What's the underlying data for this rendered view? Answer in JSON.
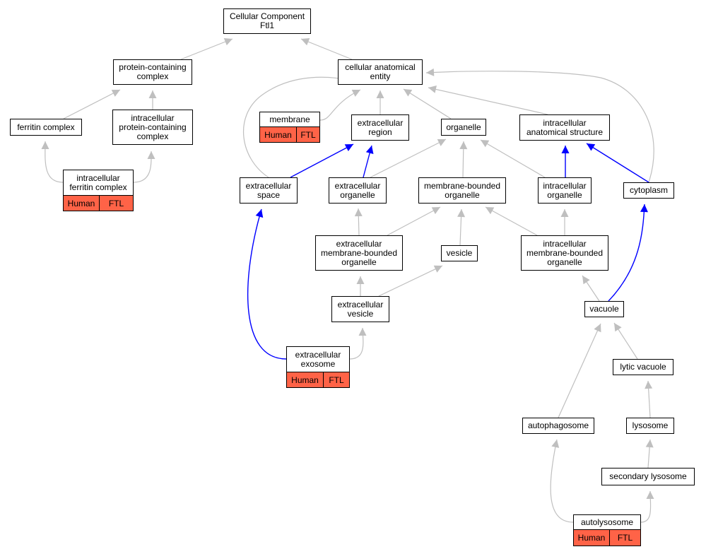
{
  "colors": {
    "edge_gray": "#bfbfbf",
    "edge_blue": "#0000ff",
    "annotation_fill": "#ff6347"
  },
  "nodes": {
    "root": "Cellular Component\nFtl1",
    "protein_containing_complex": "protein-containing\ncomplex",
    "cellular_anatomical_entity": "cellular anatomical\nentity",
    "ferritin_complex": "ferritin complex",
    "intracellular_protein_containing_complex": "intracellular\nprotein-containing\ncomplex",
    "membrane": "membrane",
    "extracellular_region": "extracellular\nregion",
    "organelle": "organelle",
    "intracellular_anatomical_structure": "intracellular\nanatomical structure",
    "intracellular_ferritin_complex": "intracellular\nferritin complex",
    "extracellular_space": "extracellular\nspace",
    "extracellular_organelle": "extracellular\norganelle",
    "membrane_bounded_organelle": "membrane-bounded\norganelle",
    "intracellular_organelle": "intracellular\norganelle",
    "cytoplasm": "cytoplasm",
    "extracellular_membrane_bounded_organelle": "extracellular\nmembrane-bounded\norganelle",
    "vesicle": "vesicle",
    "intracellular_membrane_bounded_organelle": "intracellular\nmembrane-bounded\norganelle",
    "extracellular_vesicle": "extracellular\nvesicle",
    "vacuole": "vacuole",
    "extracellular_exosome": "extracellular\nexosome",
    "lytic_vacuole": "lytic vacuole",
    "autophagosome": "autophagosome",
    "lysosome": "lysosome",
    "secondary_lysosome": "secondary lysosome",
    "autolysosome": "autolysosome"
  },
  "annotations": {
    "membrane": [
      "Human",
      "FTL"
    ],
    "intracellular_ferritin_complex": [
      "Human",
      "FTL"
    ],
    "extracellular_exosome": [
      "Human",
      "FTL"
    ],
    "autolysosome": [
      "Human",
      "FTL"
    ]
  },
  "edges": [
    {
      "from": "protein_containing_complex",
      "to": "root",
      "kind": "is_a"
    },
    {
      "from": "cellular_anatomical_entity",
      "to": "root",
      "kind": "is_a"
    },
    {
      "from": "ferritin_complex",
      "to": "protein_containing_complex",
      "kind": "is_a"
    },
    {
      "from": "intracellular_protein_containing_complex",
      "to": "protein_containing_complex",
      "kind": "is_a"
    },
    {
      "from": "intracellular_ferritin_complex",
      "to": "ferritin_complex",
      "kind": "is_a"
    },
    {
      "from": "intracellular_ferritin_complex",
      "to": "intracellular_protein_containing_complex",
      "kind": "is_a"
    },
    {
      "from": "membrane",
      "to": "cellular_anatomical_entity",
      "kind": "is_a"
    },
    {
      "from": "extracellular_region",
      "to": "cellular_anatomical_entity",
      "kind": "is_a"
    },
    {
      "from": "organelle",
      "to": "cellular_anatomical_entity",
      "kind": "is_a"
    },
    {
      "from": "intracellular_anatomical_structure",
      "to": "cellular_anatomical_entity",
      "kind": "is_a"
    },
    {
      "from": "extracellular_space",
      "to": "cellular_anatomical_entity",
      "kind": "is_a"
    },
    {
      "from": "cytoplasm",
      "to": "cellular_anatomical_entity",
      "kind": "is_a"
    },
    {
      "from": "extracellular_space",
      "to": "extracellular_region",
      "kind": "part_of"
    },
    {
      "from": "extracellular_organelle",
      "to": "extracellular_region",
      "kind": "part_of"
    },
    {
      "from": "extracellular_organelle",
      "to": "organelle",
      "kind": "is_a"
    },
    {
      "from": "membrane_bounded_organelle",
      "to": "organelle",
      "kind": "is_a"
    },
    {
      "from": "intracellular_organelle",
      "to": "organelle",
      "kind": "is_a"
    },
    {
      "from": "intracellular_organelle",
      "to": "intracellular_anatomical_structure",
      "kind": "part_of"
    },
    {
      "from": "cytoplasm",
      "to": "intracellular_anatomical_structure",
      "kind": "part_of"
    },
    {
      "from": "extracellular_membrane_bounded_organelle",
      "to": "extracellular_organelle",
      "kind": "is_a"
    },
    {
      "from": "extracellular_membrane_bounded_organelle",
      "to": "membrane_bounded_organelle",
      "kind": "is_a"
    },
    {
      "from": "vesicle",
      "to": "membrane_bounded_organelle",
      "kind": "is_a"
    },
    {
      "from": "intracellular_membrane_bounded_organelle",
      "to": "membrane_bounded_organelle",
      "kind": "is_a"
    },
    {
      "from": "intracellular_membrane_bounded_organelle",
      "to": "intracellular_organelle",
      "kind": "is_a"
    },
    {
      "from": "extracellular_vesicle",
      "to": "extracellular_membrane_bounded_organelle",
      "kind": "is_a"
    },
    {
      "from": "extracellular_vesicle",
      "to": "vesicle",
      "kind": "is_a"
    },
    {
      "from": "extracellular_exosome",
      "to": "extracellular_vesicle",
      "kind": "is_a"
    },
    {
      "from": "extracellular_exosome",
      "to": "extracellular_space",
      "kind": "part_of"
    },
    {
      "from": "vacuole",
      "to": "intracellular_membrane_bounded_organelle",
      "kind": "is_a"
    },
    {
      "from": "vacuole",
      "to": "cytoplasm",
      "kind": "part_of"
    },
    {
      "from": "lytic_vacuole",
      "to": "vacuole",
      "kind": "is_a"
    },
    {
      "from": "autophagosome",
      "to": "vacuole",
      "kind": "is_a"
    },
    {
      "from": "lysosome",
      "to": "lytic_vacuole",
      "kind": "is_a"
    },
    {
      "from": "secondary_lysosome",
      "to": "lysosome",
      "kind": "is_a"
    },
    {
      "from": "autolysosome",
      "to": "autophagosome",
      "kind": "is_a"
    },
    {
      "from": "autolysosome",
      "to": "secondary_lysosome",
      "kind": "is_a"
    }
  ]
}
